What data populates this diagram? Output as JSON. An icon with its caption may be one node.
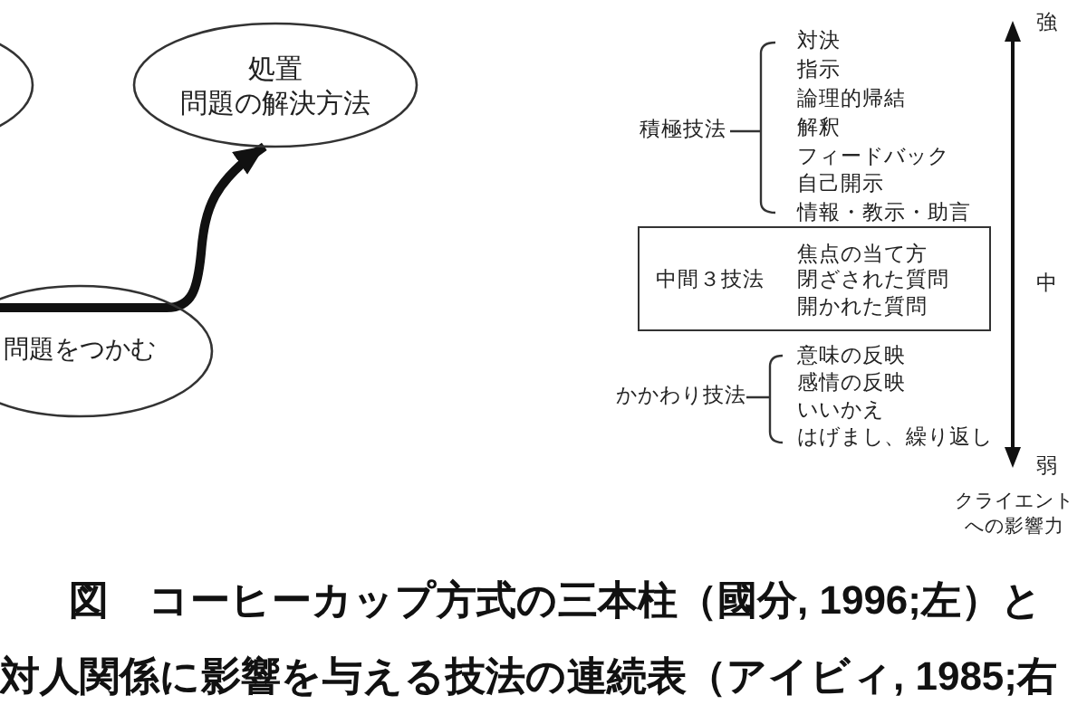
{
  "diagram": {
    "caption": "図　コーヒーカップ方式の三本柱（國分, 1996;左）と対人関係に影響を与える技法の連続表（アイビィ, 1985;右",
    "nodes": [
      {
        "text": [],
        "shape": "ellipse"
      },
      {
        "text": [
          "処置",
          "問題の解決方法"
        ]
      },
      {
        "text": [
          "問題をつかむ"
        ]
      },
      {
        "text": [
          "中間３技法",
          "焦点の当て方",
          "閉ざされた質問",
          "開かれた質問"
        ]
      }
    ],
    "edges": [
      {
        "from": 2,
        "to": 1,
        "arrow": "to"
      }
    ],
    "labels": [
      "強",
      "積極技法",
      "対決",
      "指示",
      "論理的帰結",
      "解釈",
      "フィードバック",
      "自己開示",
      "情報・教示・助言",
      "中",
      "かかわり技法",
      "意味の反映",
      "感情の反映",
      "いいかえ",
      "はげまし、繰り返し",
      "弱",
      "クライエントへの影響力"
    ]
  }
}
